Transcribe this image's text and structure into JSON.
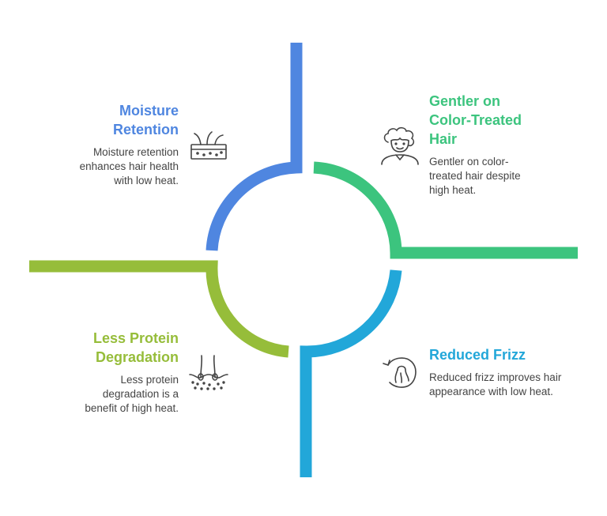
{
  "colors": {
    "blue": "#4f86e0",
    "green": "#3cc47e",
    "teal": "#22a7d9",
    "lime": "#96bd3a",
    "icon": "#444444",
    "text": "#444444"
  },
  "quadrants": {
    "top_left": {
      "title_lines": [
        "Moisture",
        "Retention"
      ],
      "description_lines": [
        "Moisture retention",
        "enhances hair health",
        "with low heat."
      ],
      "icon": "hair-skin-icon"
    },
    "top_right": {
      "title_lines": [
        "Gentler on",
        "Color-Treated",
        "Hair"
      ],
      "description_lines": [
        "Gentler on color-",
        "treated hair despite",
        "high heat."
      ],
      "icon": "curly-hair-person-icon"
    },
    "bottom_left": {
      "title_lines": [
        "Less Protein",
        "Degradation"
      ],
      "description_lines": [
        "Less protein",
        "degradation is a",
        "benefit of high heat."
      ],
      "icon": "hair-follicle-icon"
    },
    "bottom_right": {
      "title_lines": [
        "Reduced Frizz"
      ],
      "description_lines": [
        "Reduced frizz improves hair",
        "appearance with low heat."
      ],
      "icon": "frizz-reset-icon"
    }
  }
}
